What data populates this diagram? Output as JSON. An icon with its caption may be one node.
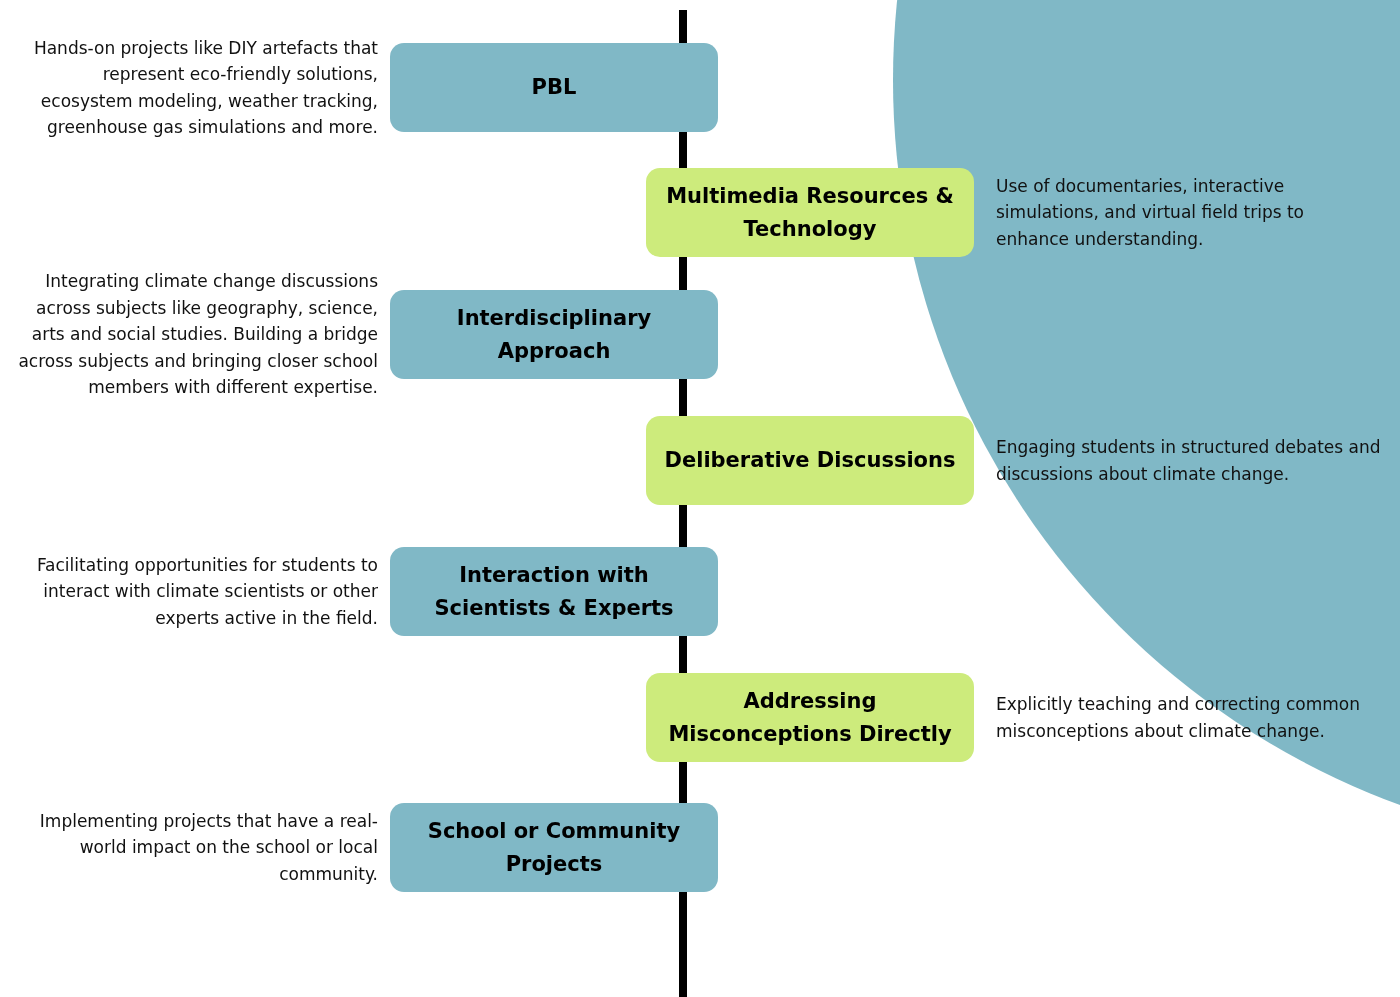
{
  "diagram": {
    "nodes": [
      {
        "text": [
          "PBL"
        ],
        "beside": [
          "Hands-on projects like DIY artefacts that represent eco-friendly solutions, ecosystem modeling, weather tracking, greenhouse gas simulations and more."
        ]
      },
      {
        "text": [
          "Multimedia Resources & Technology"
        ],
        "beside": [
          "Use of documentaries, interactive simulations, and virtual field trips to enhance understanding."
        ]
      },
      {
        "text": [
          "Interdisciplinary Approach"
        ],
        "beside": [
          "Integrating climate change discussions across subjects like geography, science, arts and social studies. Building a bridge across subjects and bringing closer school members with different expertise."
        ]
      },
      {
        "text": [
          "Deliberative Discussions"
        ],
        "beside": [
          "Engaging students in structured debates and discussions about climate change."
        ]
      },
      {
        "text": [
          "Interaction with Scientists & Experts"
        ],
        "beside": [
          "Facilitating opportunities for students to interact with climate scientists or other experts active in the field."
        ]
      },
      {
        "text": [
          "Addressing Misconceptions Directly"
        ],
        "beside": [
          "Explicitly teaching and correcting common misconceptions about climate change."
        ]
      },
      {
        "text": [
          "School or Community Projects"
        ],
        "beside": [
          "Implementing projects that have a real-world impact on the school or local community."
        ]
      }
    ]
  }
}
